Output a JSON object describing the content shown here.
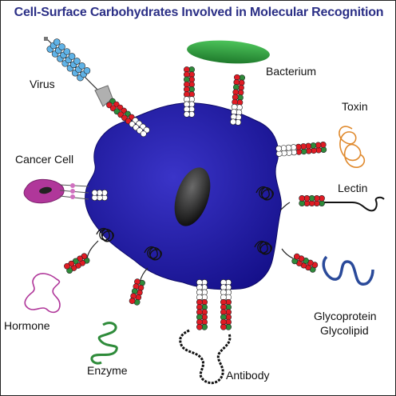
{
  "title": "Cell-Surface Carbohydrates Involved in Molecular Recognition",
  "labels": {
    "virus": "Virus",
    "bacterium": "Bacterium",
    "toxin": "Toxin",
    "cancer_cell": "Cancer Cell",
    "lectin": "Lectin",
    "hormone": "Hormone",
    "glycoprotein": "Glycoprotein",
    "glycolipid": "Glycolipid",
    "enzyme": "Enzyme",
    "antibody": "Antibody"
  },
  "colors": {
    "title": "#2b2f86",
    "cell": "#1f1a9e",
    "nucleus": "#111111",
    "sugar_red": "#e01b24",
    "sugar_green": "#2e8b3a",
    "sugar_white": "#ffffff",
    "virus": "#5fb3e8",
    "bacterium": "#2e9b3e",
    "toxin": "#e08a2e",
    "cancer_cell": "#b0379a",
    "hormone": "#b0379a",
    "glycoprotein": "#2a4a9a",
    "enzyme": "#2e8b3a",
    "antibody": "#111111"
  }
}
